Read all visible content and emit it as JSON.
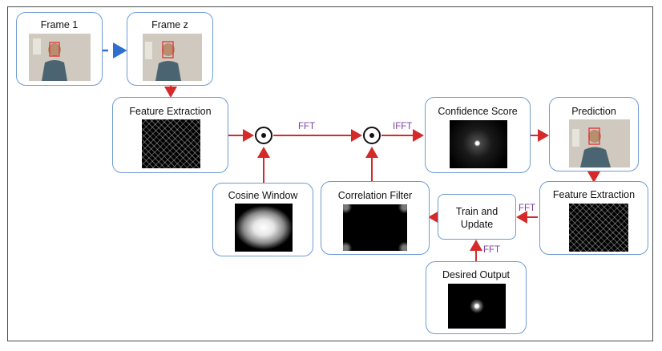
{
  "boxes": {
    "frame1": "Frame 1",
    "framez": "Frame z",
    "feature_extraction_1": "Feature Extraction",
    "confidence_score": "Confidence Score",
    "prediction": "Prediction",
    "cosine_window": "Cosine Window",
    "correlation_filter": "Correlation Filter",
    "train_update": "Train and\nUpdate",
    "feature_extraction_2": "Feature Extraction",
    "desired_output": "Desired Output"
  },
  "arrow_labels": {
    "fft_1": "FFT",
    "ifft": "IFFT",
    "fft_2": "FFT",
    "fft_3": "FFT"
  },
  "colors": {
    "box_border": "#6f9bd1",
    "arrow_red": "#d42a2a",
    "arrow_blue": "#2f6fd0",
    "label_purple": "#7b3fa3",
    "face_box": "#e53030"
  }
}
